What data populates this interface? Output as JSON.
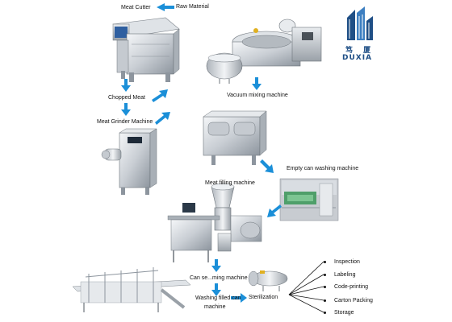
{
  "title": "",
  "logo": {
    "chinese": "笃 厦",
    "english": "DUXIA"
  },
  "labels": {
    "raw_material": "Raw Material",
    "meat_cutter": "Meat Cutter",
    "chopped_meat": "Chopped Meat",
    "meat_grinder": "Meat Grinder Machine",
    "vacuum_mixing": "Vacuum mixing machine",
    "empty_can_washing": "Empty can washing machine",
    "meat_filling": "Meat filling machine",
    "can_seaming": "Can se...ming machine",
    "washing_filled_line1": "Washing filled can",
    "washing_filled_line2": "machine",
    "sterilization": "Sterilization"
  },
  "outputs": [
    "Inspection",
    "Labeling",
    "Code-printing",
    "Carton Packing",
    "Storage"
  ],
  "colors": {
    "arrow": "#1b8fd8",
    "logo": "#1f4f86",
    "steel_light": "#eef1f4",
    "steel_dark": "#8d959e"
  }
}
